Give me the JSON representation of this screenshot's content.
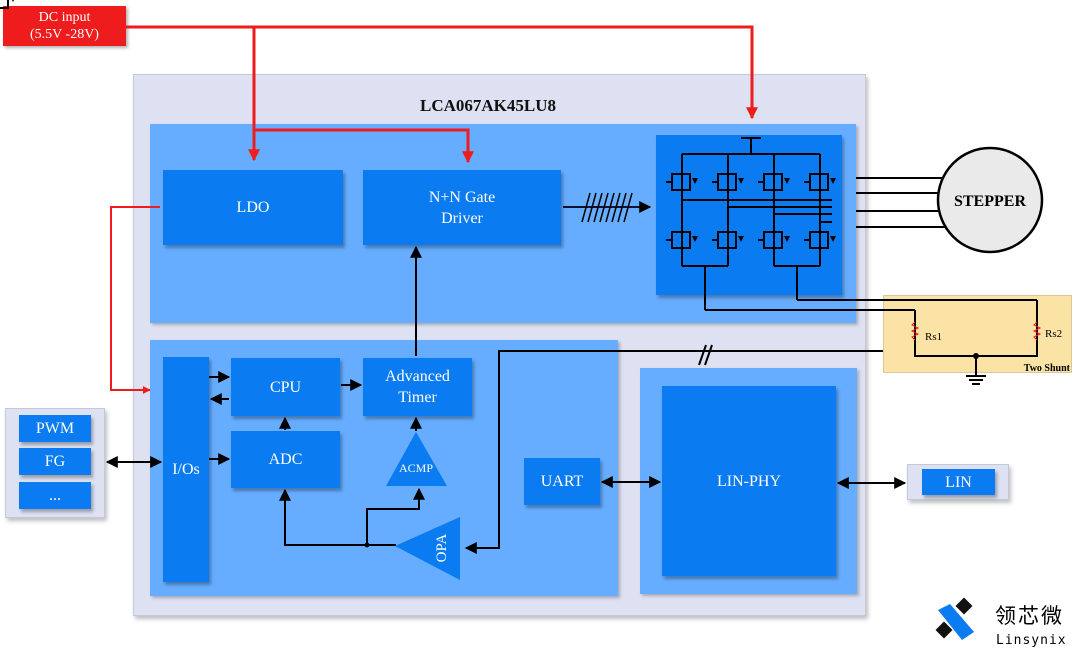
{
  "power_input": {
    "line1": "DC input",
    "line2": "(5.5V -28V)",
    "color": "#ee1c1c"
  },
  "chip": {
    "title": "LCA067AK45LU8"
  },
  "power_section": {
    "ldo": "LDO",
    "gate_driver": {
      "line1": "N+N Gate",
      "line2": "Driver"
    },
    "bridge": "H-bridge MOSFET array"
  },
  "mcu_section": {
    "ios": "I/Os",
    "cpu": "CPU",
    "timer": {
      "line1": "Advanced",
      "line2": "Timer"
    },
    "adc": "ADC",
    "acmp": "ACMP",
    "opa": "OPA",
    "uart": "UART"
  },
  "lin_section": {
    "phy": "LIN-PHY"
  },
  "external": {
    "signals": [
      "PWM",
      "FG",
      "..."
    ],
    "lin": "LIN",
    "motor": "STEPPER",
    "shunt": {
      "r1": "Rs1",
      "r2": "Rs2",
      "label": "Two Shunt"
    }
  },
  "logo": {
    "cn": "领芯微",
    "en": "Linsynix"
  },
  "colors": {
    "block": "#0a7bf0",
    "panel": "#66adff",
    "chip_bg": "#dde1f2",
    "power_line": "#ee1c1c",
    "shunt_bg": "#fbe3a6"
  }
}
